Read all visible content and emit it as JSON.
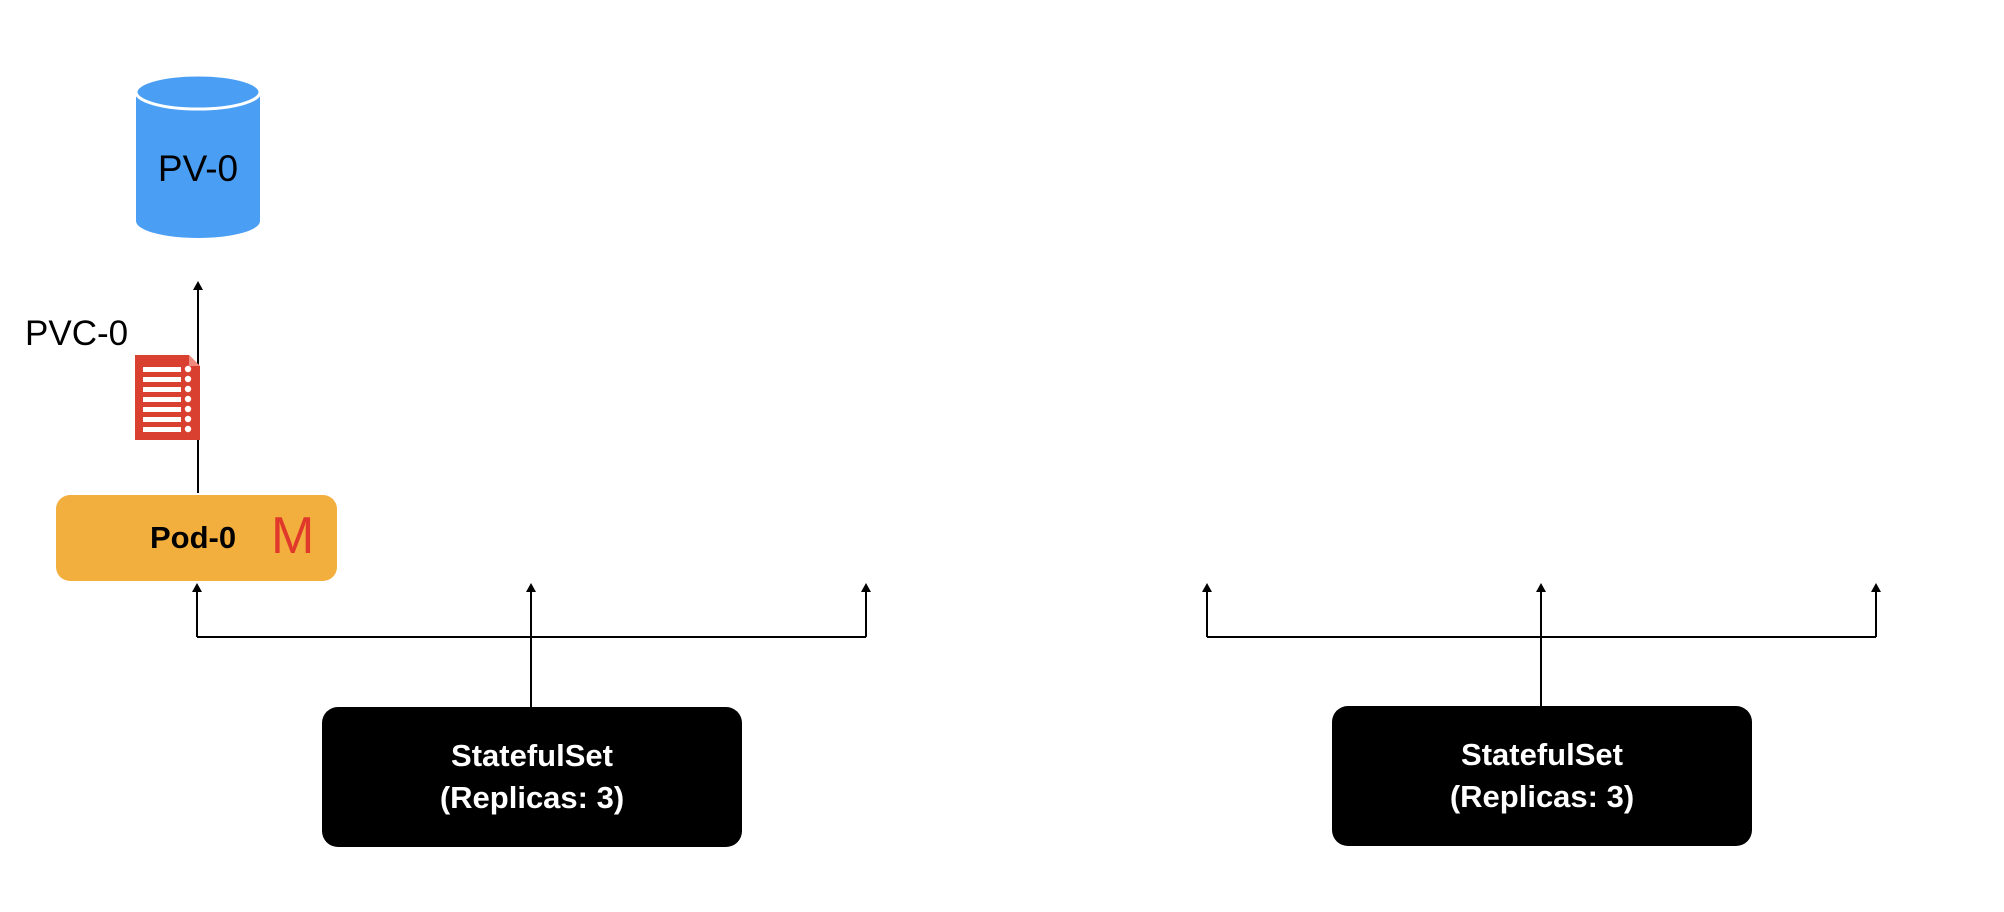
{
  "diagram": {
    "persistent_volume": {
      "label": "PV-0",
      "color": "#4a9ff5"
    },
    "persistent_volume_claim": {
      "label": "PVC-0",
      "icon": "document-list-icon",
      "color": "#d9402f"
    },
    "pod": {
      "label": "Pod-0",
      "badge": "M",
      "color": "#f3af3d",
      "badge_color": "#e0392b"
    },
    "statefulsets": [
      {
        "title": "StatefulSet",
        "subtitle": "(Replicas: 3)"
      },
      {
        "title": "StatefulSet",
        "subtitle": "(Replicas: 3)"
      }
    ],
    "connector_color": "#000000"
  }
}
